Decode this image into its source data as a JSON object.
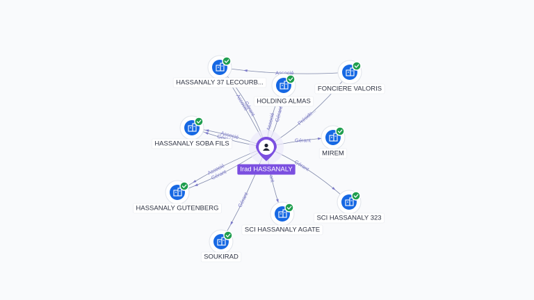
{
  "graph": {
    "center": {
      "name": "Irad HASSANALY",
      "icon": "person-icon",
      "color": "#7b4fe0"
    },
    "companies": [
      {
        "id": "lecourbe",
        "name": "HASSANALY 37 LECOURB...",
        "icon": "company-icon",
        "verified": true
      },
      {
        "id": "almas",
        "name": "HOLDING ALMAS",
        "icon": "company-icon",
        "verified": true
      },
      {
        "id": "valoris",
        "name": "FONCIERE VALORIS",
        "icon": "company-icon",
        "verified": true
      },
      {
        "id": "soba",
        "name": "HASSANALY SOBA FILS",
        "icon": "company-icon",
        "verified": true
      },
      {
        "id": "mirem",
        "name": "MIREM",
        "icon": "company-icon",
        "verified": true
      },
      {
        "id": "gutenberg",
        "name": "HASSANALY GUTENBERG",
        "icon": "company-icon",
        "verified": true
      },
      {
        "id": "sci323",
        "name": "SCI HASSANALY 323",
        "icon": "company-icon",
        "verified": true
      },
      {
        "id": "agate",
        "name": "SCI HASSANALY AGATE",
        "icon": "company-icon",
        "verified": true
      },
      {
        "id": "soukirad",
        "name": "SOUKIRAD",
        "icon": "company-icon",
        "verified": true
      }
    ],
    "links": [
      {
        "from": "center",
        "to": "lecourbe",
        "label": "Gérant"
      },
      {
        "from": "center",
        "to": "lecourbe",
        "label": "Associé"
      },
      {
        "from": "center",
        "to": "almas",
        "label": "Gérant"
      },
      {
        "from": "center",
        "to": "almas",
        "label": "Associé"
      },
      {
        "from": "center",
        "to": "valoris",
        "label": "Préside..."
      },
      {
        "from": "center",
        "to": "soba",
        "label": "Gérant"
      },
      {
        "from": "center",
        "to": "soba",
        "label": "Associé"
      },
      {
        "from": "center",
        "to": "mirem",
        "label": "Gérant"
      },
      {
        "from": "center",
        "to": "gutenberg",
        "label": "Gérant"
      },
      {
        "from": "center",
        "to": "gutenberg",
        "label": "Associé"
      },
      {
        "from": "center",
        "to": "sci323",
        "label": "Gérant"
      },
      {
        "from": "center",
        "to": "agate",
        "label": "Gérant"
      },
      {
        "from": "center",
        "to": "soukirad",
        "label": "Gérant"
      },
      {
        "from": "valoris",
        "to": "lecourbe",
        "label": "Associé"
      }
    ],
    "colors": {
      "company": "#1668e3",
      "verified": "#1f9e4e",
      "edge": "#7d86a8",
      "edge_label": "#7b79c9",
      "center": "#7b4fe0"
    }
  }
}
